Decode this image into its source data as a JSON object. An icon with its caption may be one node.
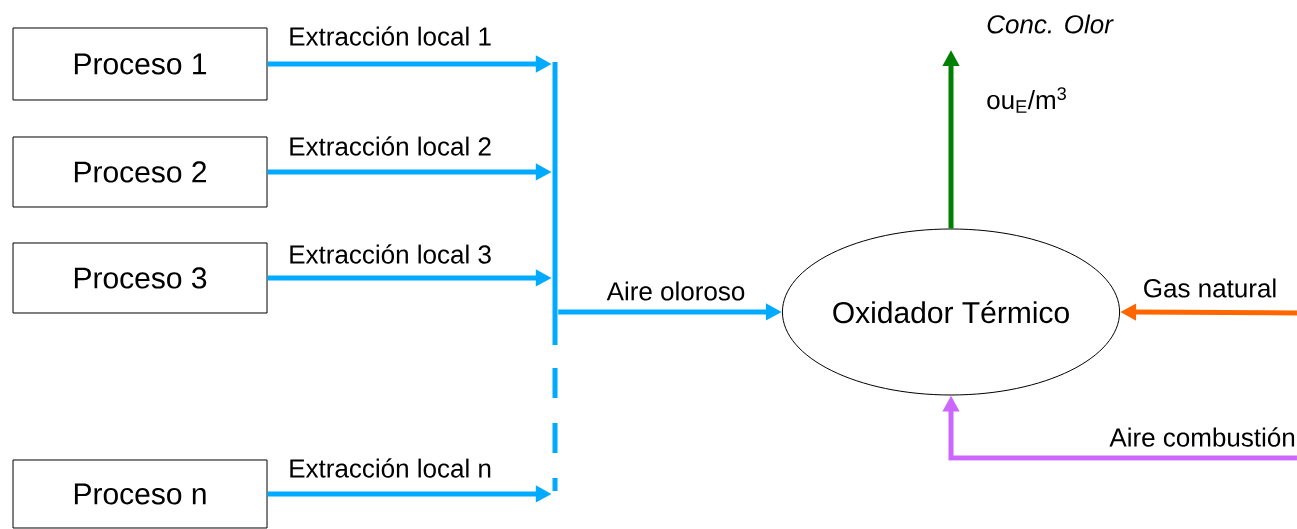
{
  "diagram": {
    "nodes": [
      {
        "text": [
          "Proceso 1"
        ]
      },
      {
        "text": [
          "Proceso 2"
        ]
      },
      {
        "text": [
          "Proceso 3"
        ]
      },
      {
        "text": [
          "Proceso n"
        ]
      },
      {
        "text": [
          "Oxidador Térmico"
        ]
      },
      {
        "text": [],
        "shape": "bar"
      }
    ],
    "edges": [
      {
        "from": 0,
        "to": 5,
        "arrow": "to",
        "label": "Extracción local 1"
      },
      {
        "from": 1,
        "to": 5,
        "arrow": "to",
        "label": "Extracción local 2"
      },
      {
        "from": 2,
        "to": 5,
        "arrow": "to",
        "label": "Extracción local 3"
      },
      {
        "from": 3,
        "to": 5,
        "arrow": "to",
        "label": "Extracción local n"
      },
      {
        "from": 5,
        "to": 4,
        "arrow": "to",
        "label": "Aire oloroso"
      },
      {
        "from": 4,
        "to": null,
        "arrow": "to",
        "color": "#008000"
      },
      {
        "from": null,
        "to": 4,
        "arrow": "to",
        "label": "Gas natural",
        "color": "#ff6600"
      },
      {
        "from": null,
        "to": 4,
        "arrow": "to",
        "label": "Aire combustión",
        "color": "#cc66ff"
      }
    ],
    "labels": [
      "*Conc. Olor*",
      "ou$_{E}$/m$^{3}$"
    ]
  }
}
